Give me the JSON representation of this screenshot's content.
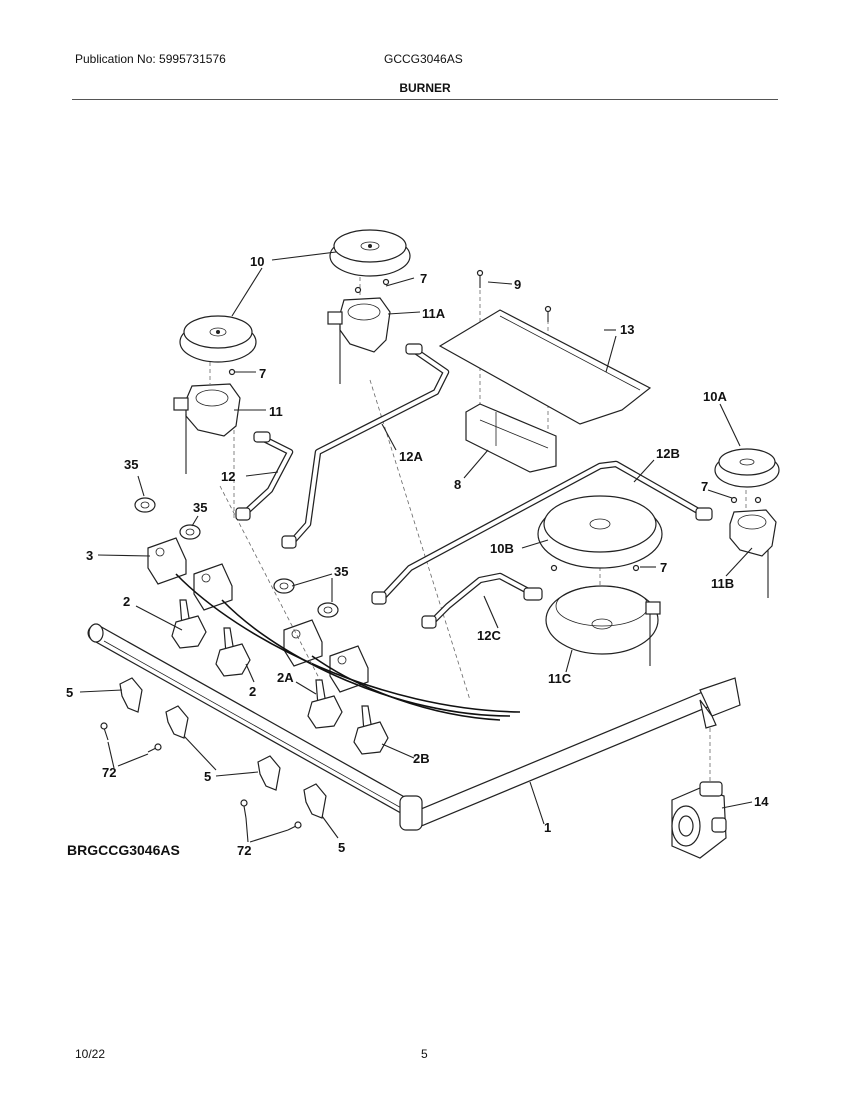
{
  "header": {
    "publication": "Publication No: 5995731576",
    "model": "GCCG3046AS",
    "section_title": "BURNER"
  },
  "diagram": {
    "labels": [
      "10",
      "7",
      "9",
      "11A",
      "13",
      "7",
      "11",
      "10A",
      "12A",
      "12B",
      "35",
      "12",
      "8",
      "7",
      "35",
      "10B",
      "7",
      "3",
      "35",
      "11B",
      "2",
      "12C",
      "2A",
      "2",
      "11C",
      "5",
      "2B",
      "72",
      "5",
      "14",
      "1",
      "BRGCCG3046AS",
      "72",
      "5"
    ]
  },
  "footer": {
    "date": "10/22",
    "page": "5"
  }
}
